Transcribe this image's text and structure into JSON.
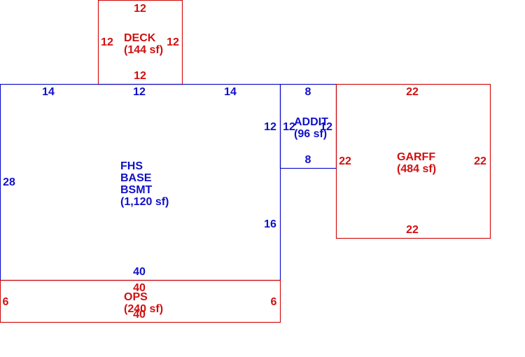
{
  "colors": {
    "blue": "#1010c8",
    "red": "#d01010"
  },
  "areas": {
    "deck": {
      "name": "DECK",
      "area": "(144 sf)",
      "dims": {
        "top": "12",
        "left": "12",
        "right": "12",
        "bottom": "12"
      }
    },
    "fhs": {
      "name_lines": [
        "FHS",
        "BASE",
        "BSMT"
      ],
      "area": "(1,120 sf)",
      "dims": {
        "top_left": "14",
        "top_mid": "12",
        "top_right": "14",
        "left": "28",
        "right_upper": "12",
        "right_lower": "16",
        "bottom": "40"
      }
    },
    "addit": {
      "name": "ADDIT",
      "area": "(96 sf)",
      "dims": {
        "top": "8",
        "left": "12",
        "right": "12",
        "bottom": "8"
      }
    },
    "garff": {
      "name": "GARFF",
      "area": "(484 sf)",
      "dims": {
        "top": "22",
        "left": "22",
        "right": "22",
        "bottom": "22"
      }
    },
    "ops": {
      "name": "OPS",
      "area": "(240 sf)",
      "dims": {
        "top": "40",
        "left": "6",
        "right": "6",
        "bottom": "40"
      }
    }
  }
}
